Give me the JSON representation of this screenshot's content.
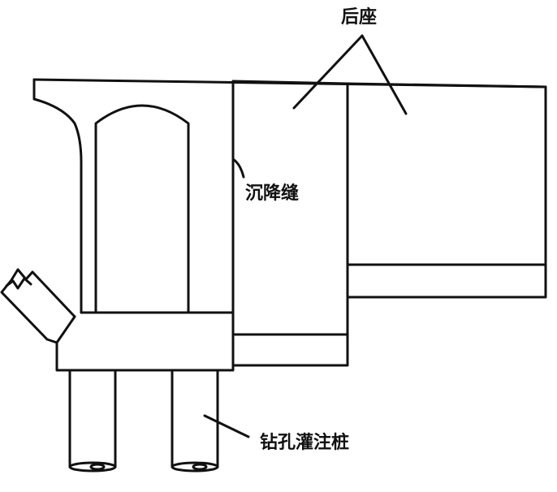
{
  "labels": {
    "backwall": "后座",
    "settlement_joint": "沉降缝",
    "bored_pile": "钻孔灌注桩"
  },
  "colors": {
    "line": "#111111",
    "background": "#ffffff"
  }
}
